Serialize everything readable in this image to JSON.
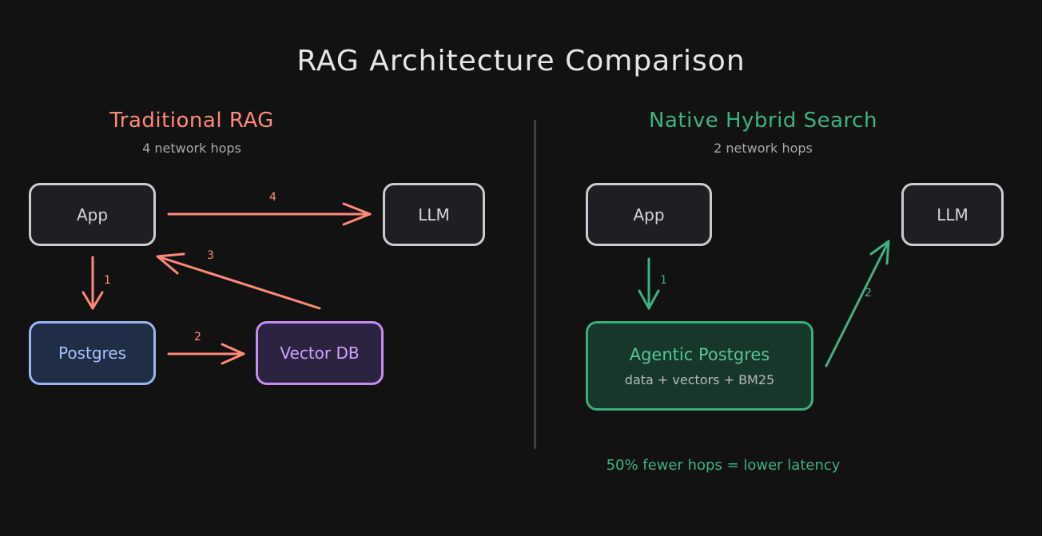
{
  "title": "RAG Architecture Comparison",
  "traditional": {
    "title": "Traditional RAG",
    "subtitle": "4 network hops",
    "color": "#ff8a78",
    "nodes": {
      "app": "App",
      "llm": "LLM",
      "postgres": "Postgres",
      "vector_db": "Vector DB"
    },
    "edges": [
      {
        "from": "App",
        "to": "Postgres",
        "label": "1"
      },
      {
        "from": "Postgres",
        "to": "Vector DB",
        "label": "2"
      },
      {
        "from": "Vector DB",
        "to": "App",
        "label": "3"
      },
      {
        "from": "App",
        "to": "LLM",
        "label": "4"
      }
    ]
  },
  "hybrid": {
    "title": "Native Hybrid Search",
    "subtitle": "2 network hops",
    "color": "#3cb37f",
    "nodes": {
      "app": "App",
      "llm": "LLM",
      "agentic_name": "Agentic Postgres",
      "agentic_sub": "data + vectors + BM25"
    },
    "edges": [
      {
        "from": "App",
        "to": "Agentic Postgres",
        "label": "1"
      },
      {
        "from": "Agentic Postgres",
        "to": "LLM",
        "label": "2"
      }
    ]
  },
  "footer": "50% fewer hops = lower latency"
}
